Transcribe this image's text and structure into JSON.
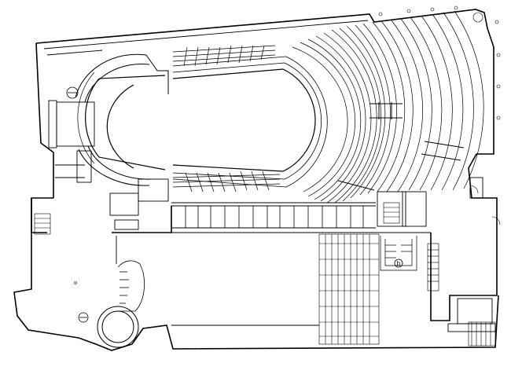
{
  "drawing": {
    "kind": "architectural floor plan",
    "line_color": "#000000",
    "background_color": "#ffffff",
    "annotations": [
      {
        "id": "stair-marker",
        "text": "b"
      }
    ]
  }
}
